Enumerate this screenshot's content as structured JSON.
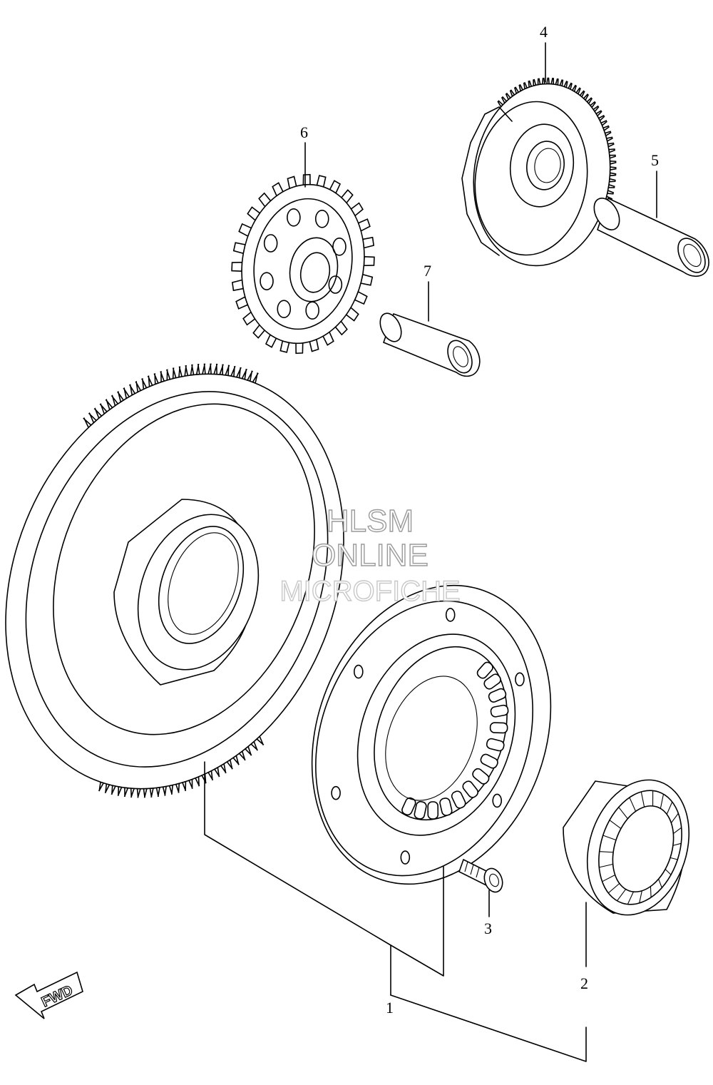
{
  "callouts": [
    {
      "id": "1",
      "label": "1"
    },
    {
      "id": "2",
      "label": "2"
    },
    {
      "id": "3",
      "label": "3"
    },
    {
      "id": "4",
      "label": "4"
    },
    {
      "id": "5",
      "label": "5"
    },
    {
      "id": "6",
      "label": "6"
    },
    {
      "id": "7",
      "label": "7"
    }
  ],
  "watermark": {
    "line1": "HLSM",
    "line2": "ONLINE",
    "line3": "MICROFICHE"
  },
  "direction_badge": {
    "label": "FWD",
    "icon": "arrow-down-left-icon"
  },
  "colors": {
    "line": "#000000",
    "background": "#ffffff",
    "watermark_outline": "#9a9a9a"
  }
}
